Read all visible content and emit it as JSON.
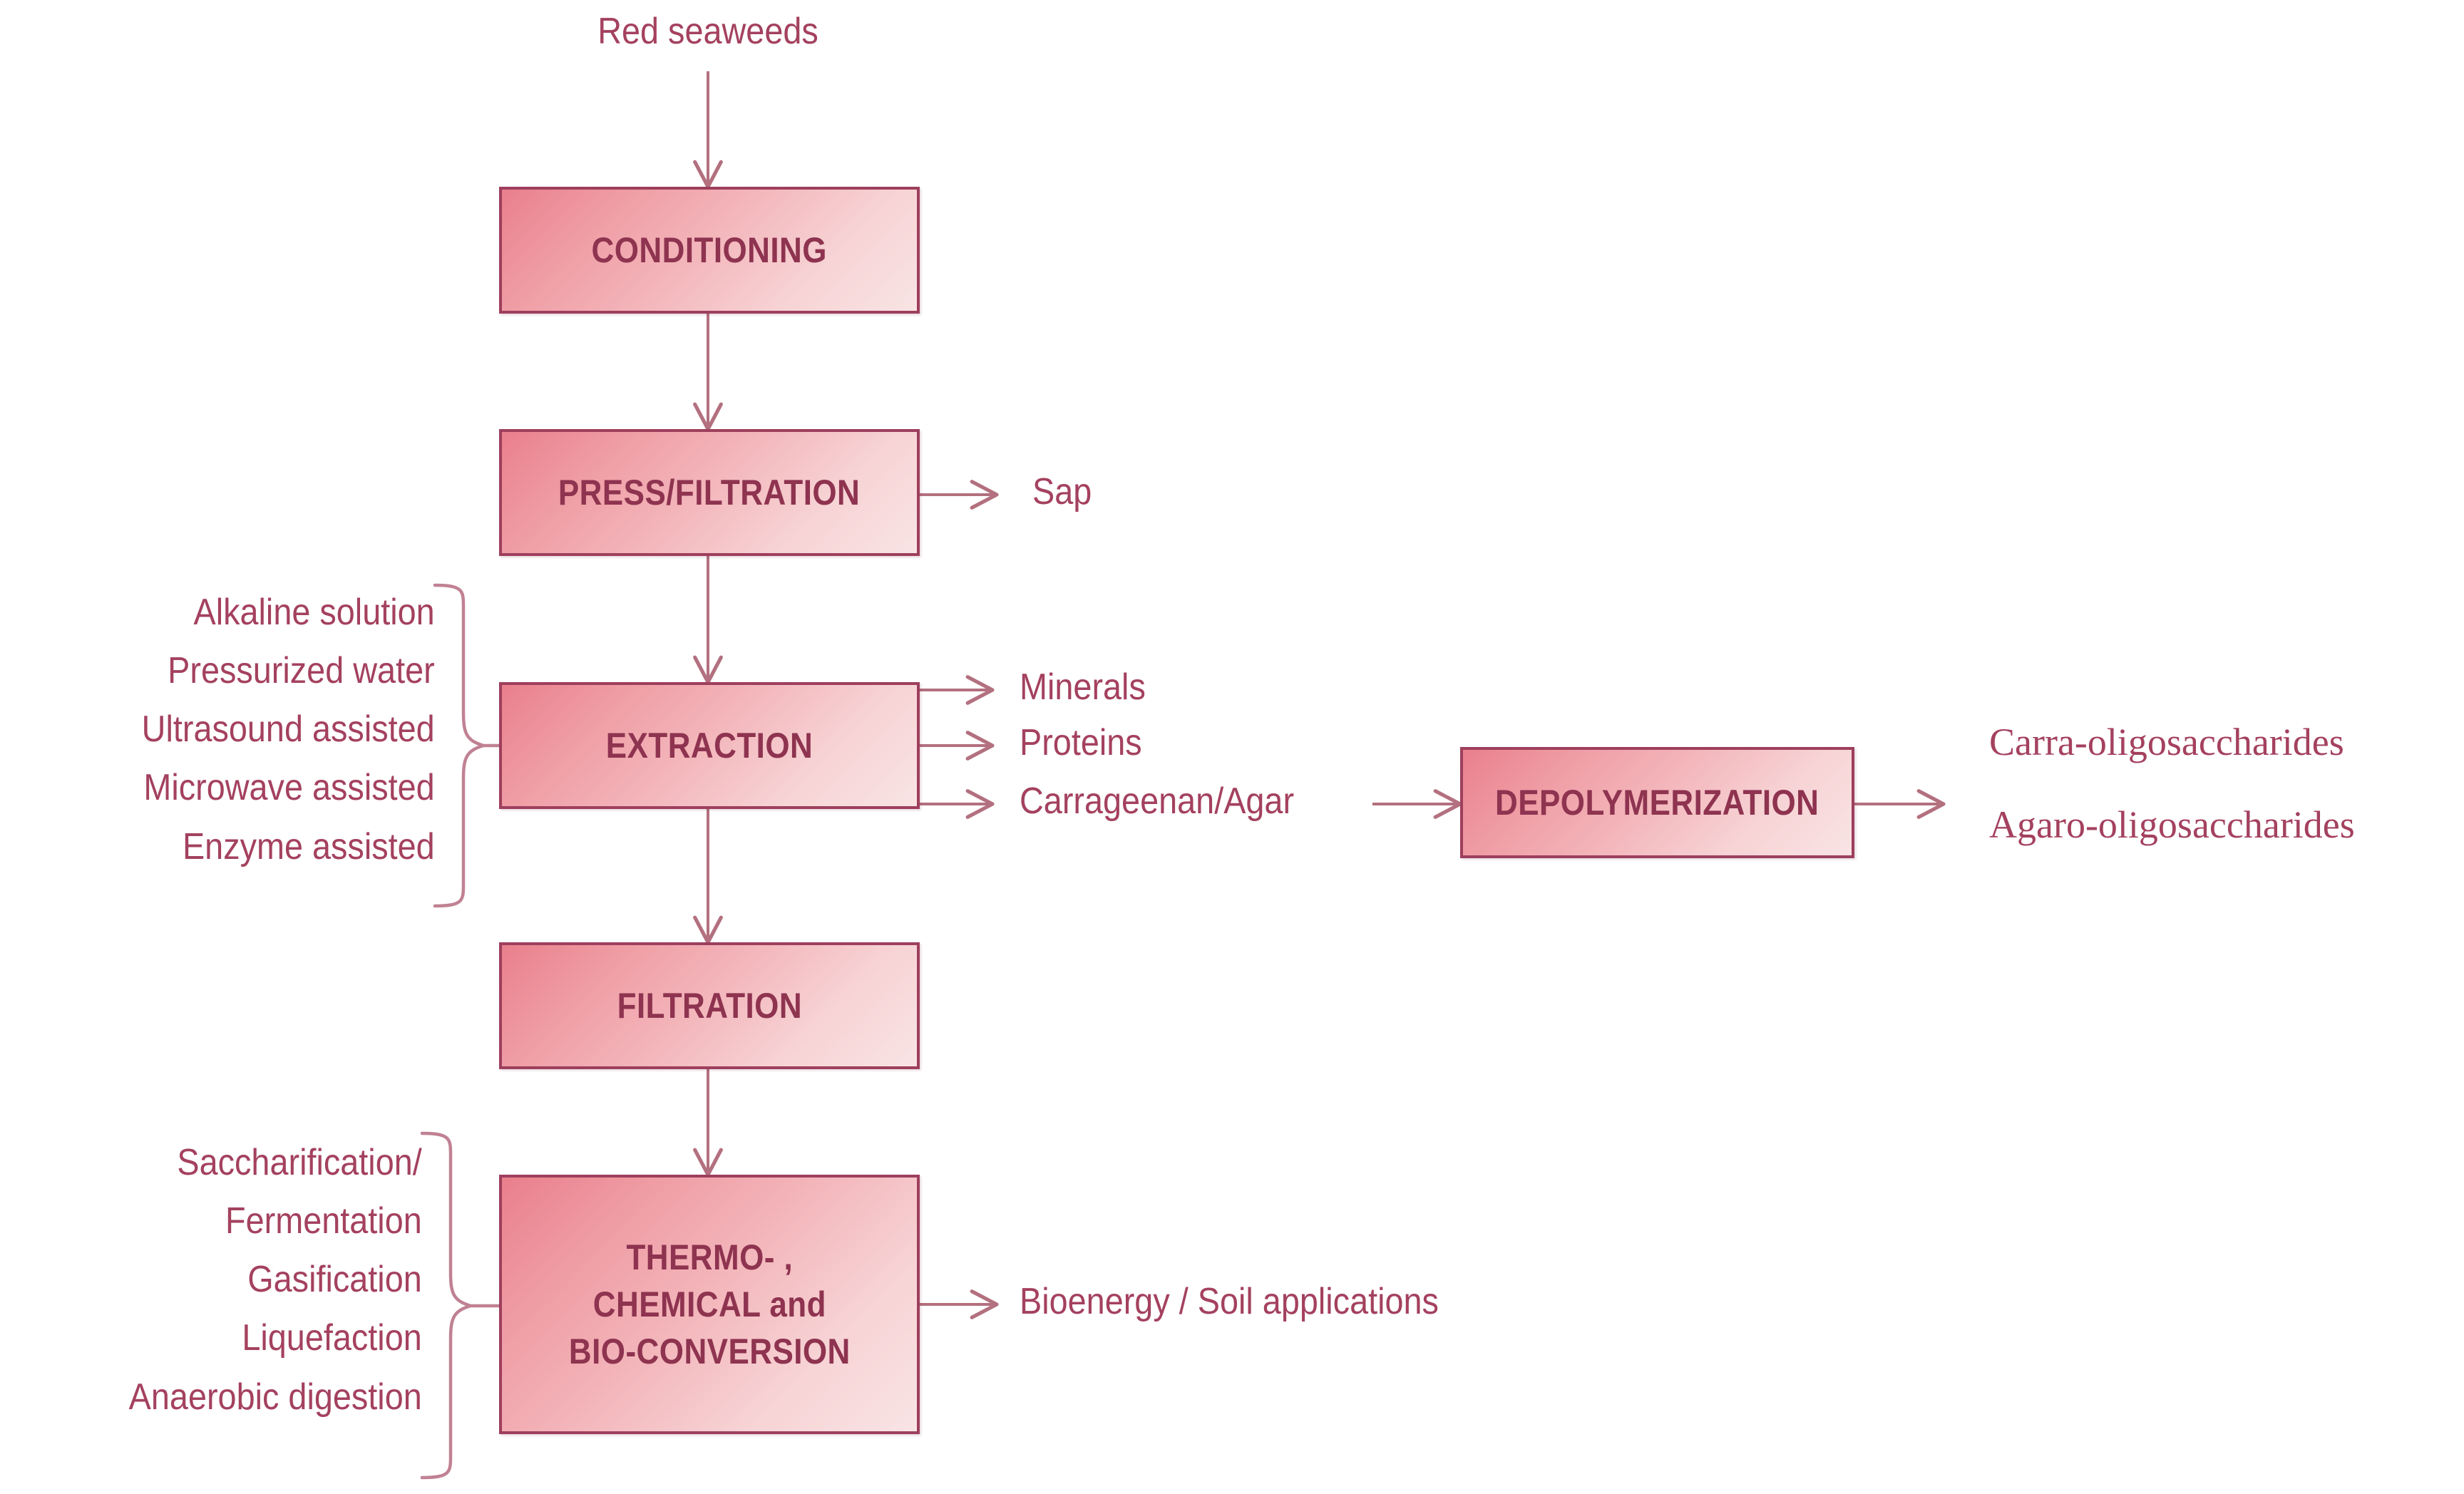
{
  "diagram": {
    "title": "Red seaweed biorefinery process flow",
    "colors": {
      "text": "#a4415f",
      "box_text": "#8e3350",
      "box_border": "#9e3f5d",
      "box_fill_start": "#e97f8c",
      "box_fill_end": "#f9e4e4",
      "connector": "#c08193",
      "background": "#ffffff"
    }
  },
  "input": {
    "label": "Red seaweeds"
  },
  "process_boxes": [
    {
      "id": "conditioning",
      "label": "CONDITIONING"
    },
    {
      "id": "press-filtration",
      "label": "PRESS/FILTRATION"
    },
    {
      "id": "extraction",
      "label": "EXTRACTION"
    },
    {
      "id": "filtration",
      "label": "FILTRATION"
    },
    {
      "id": "thermo-chemical-bio-conversion",
      "label": "THERMO- ,\nCHEMICAL and\nBIO-CONVERSION"
    },
    {
      "id": "depolymerization",
      "label": "DEPOLYMERIZATION"
    }
  ],
  "side_outputs": {
    "press_filtration": "Sap",
    "extraction": [
      "Minerals",
      "Proteins",
      "Carrageenan/Agar"
    ],
    "conversion": "Bioenergy / Soil applications",
    "depolymerization": [
      "Carra-oligosaccharides",
      "Agaro-oligosaccharides"
    ]
  },
  "extraction_methods": {
    "items": [
      "Alkaline solution",
      "Pressurized water",
      "Ultrasound assisted",
      "Microwave assisted",
      "Enzyme assisted"
    ]
  },
  "conversion_methods": {
    "items": [
      "Saccharification/",
      "Fermentation",
      "Gasification",
      "Liquefaction",
      "Anaerobic digestion"
    ]
  }
}
